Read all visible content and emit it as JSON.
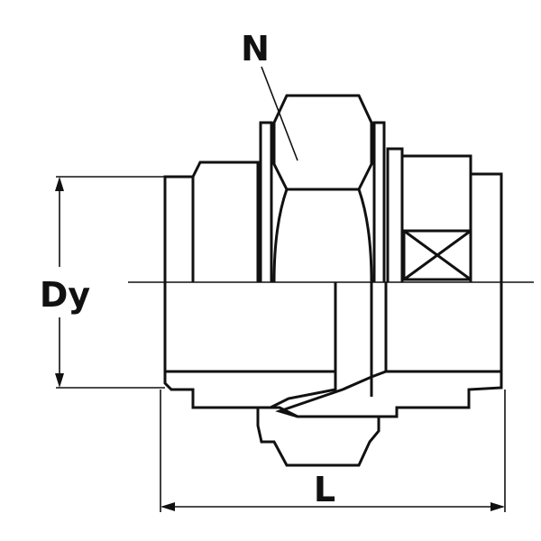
{
  "labels": {
    "nut": "N",
    "diameter": "Dy",
    "length": "L"
  },
  "colors": {
    "line": "#111111",
    "background": "#ffffff"
  }
}
